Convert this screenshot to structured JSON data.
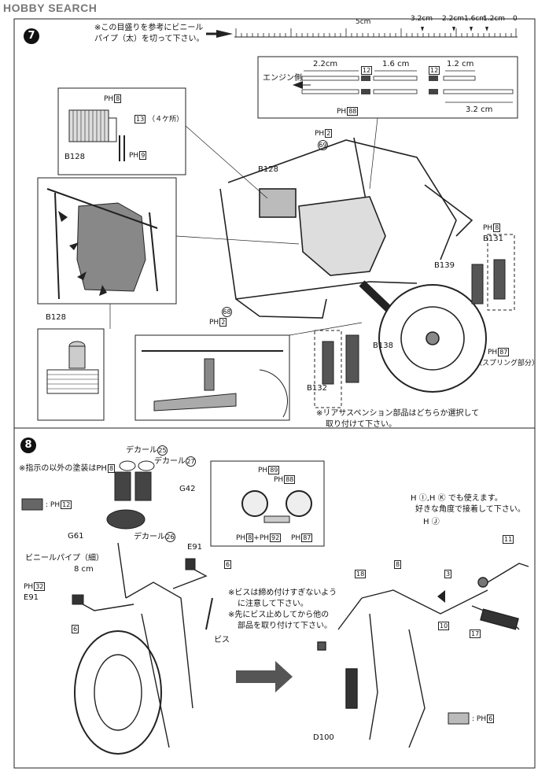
{
  "watermark": "HOBBY SEARCH",
  "step7": {
    "number": "7",
    "ruler_note_line1": "※この目盛りを参考にビニール",
    "ruler_note_line2": "パイプ（太）を切って下さい。",
    "ruler_labels": [
      "5cm",
      "3.2cm",
      "2.2cm",
      "1.6cm",
      "1.2cm",
      "0"
    ],
    "engine_side_label": "エンジン側",
    "cut_lengths": [
      "2.2cm",
      "1.6 cm",
      "1.2 cm",
      "3.2 cm"
    ],
    "joint_parts": [
      "12",
      "12"
    ],
    "joint_color": "88",
    "radiator_detail": {
      "color_ref": "8",
      "part_13_label": "13",
      "four_places": "（４ケ所）",
      "part_b128": "B128",
      "color_9": "9"
    },
    "frame_labels": {
      "b128_top": "B128",
      "part69": "69",
      "ph2_top": "2",
      "part68": "68",
      "ph2_bottom": "2",
      "ph8_right": "8",
      "b131": "B131",
      "b139": "B139",
      "b138": "B138",
      "b132": "B132",
      "ph87": "87",
      "spring_part": "（スプリング部分）",
      "b128_left": "B128"
    },
    "suspension_note_line1": "※リアサスペンション部品はどちらか選択して",
    "suspension_note_line2": "取り付けて下さい。"
  },
  "step8": {
    "number": "8",
    "paint_note": "※指示の以外の塗装は",
    "paint_note_color": "8",
    "decal25": "デカール",
    "decal25_num": "25",
    "decal27": "デカール",
    "decal27_num": "27",
    "g42": "G42",
    "g61": "G61",
    "decal26": "デカール",
    "decal26_num": "26",
    "dark_swatch_color": "12",
    "gauge_colors": {
      "c89": "89",
      "c88": "88",
      "c8": "8",
      "c92": "92",
      "c87": "87"
    },
    "vinyl_pipe": "ビニールパイプ（細）",
    "pipe_len": "8 cm",
    "e91_upper": "E91",
    "part6_upper": "6",
    "ph32": "32",
    "e91_lower": "E91",
    "part6_lower": "6",
    "screw_note_line1": "※ビスは締め付けすぎないよう",
    "screw_note_line2": "に注意して下さい。",
    "screw_note_line3": "※先にビス止めしてから他の",
    "screw_note_line4": "部品を取り付けて下さい。",
    "screw_label": "ビス",
    "h_note_line1": "H Ⓘ,H Ⓚ でも使えます。",
    "h_note_line2": "好きな角度で接着して下さい。",
    "h_j": "H Ⓙ",
    "part18": "18",
    "part8": "8",
    "part11": "11",
    "part3": "3",
    "part10": "10",
    "part17": "17",
    "d100": "D100",
    "light_swatch_color": "6",
    "ph_prefix": "PH"
  }
}
